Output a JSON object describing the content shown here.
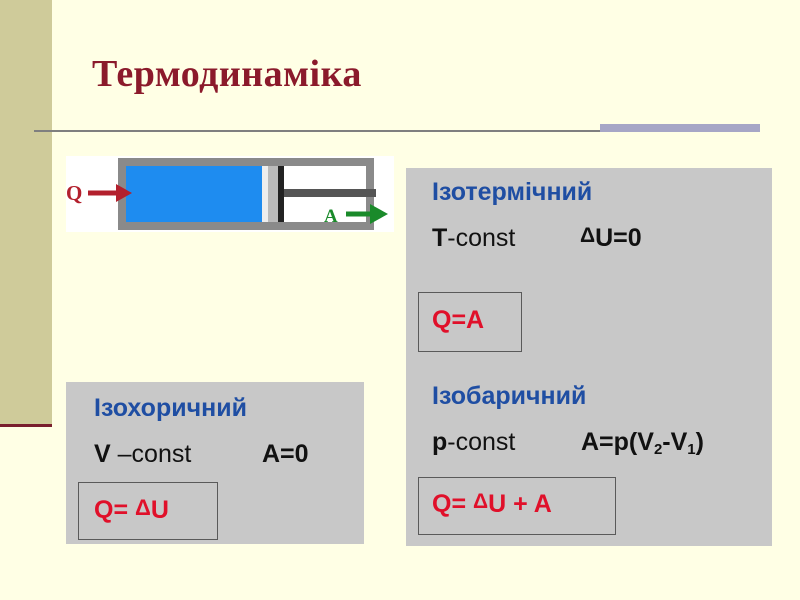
{
  "title": "Термодинаміка",
  "diagram": {
    "heat_label": "Q",
    "work_label": "A"
  },
  "isothermal": {
    "heading": "Ізотермічний",
    "condition_var": "T",
    "condition_rest": "-const",
    "delta_symbol": "Δ",
    "energy_eq": "U=0",
    "formula": "Q=A"
  },
  "isobaric": {
    "heading": "Ізобаричний",
    "condition_var": "p",
    "condition_rest": "-const",
    "work_prefix": "A=p(V",
    "sub2": "2",
    "mid": "-V",
    "sub1": "1",
    "close": ")",
    "formula_prefix": "Q= ",
    "delta_symbol": "Δ",
    "formula_suffix": "U + A"
  },
  "isochoric": {
    "heading": "Ізохоричний",
    "condition_var": "V",
    "condition_rest": " –const",
    "work_eq": "A=0",
    "formula_prefix": "Q= ",
    "delta_symbol": "Δ",
    "formula_suffix": "U"
  },
  "colors": {
    "background": "#ffffe5",
    "title": "#8b1a2b",
    "heading": "#1f4ea3",
    "formula": "#e0102a",
    "panel": "#c8c8c8",
    "gas": "#1e8cf0"
  }
}
